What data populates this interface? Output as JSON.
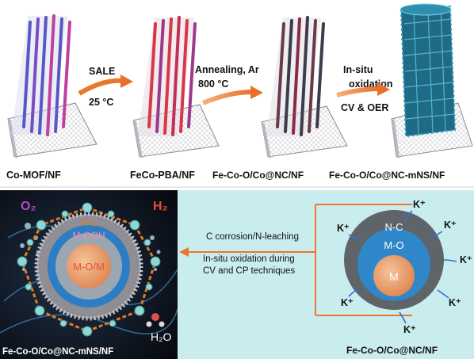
{
  "top": {
    "stages": [
      {
        "label": "Co-MOF/NF"
      },
      {
        "label": "FeCo-PBA/NF"
      },
      {
        "label": "Fe-Co-O/Co@NC/NF"
      },
      {
        "label": "Fe-Co-O/Co@NC-mNS/NF"
      }
    ],
    "steps": [
      {
        "line1": "SALE",
        "line2": "25 °C"
      },
      {
        "line1": "Annealing, Ar",
        "line2": "800 °C"
      },
      {
        "line1": "In-situ",
        "line2": "oxidation",
        "line3": "CV & OER"
      }
    ]
  },
  "bottom_left": {
    "o2": "O₂",
    "h2": "H₂",
    "h2o": "H₂O",
    "shell_nc": "N-C",
    "shell_mooh": "M-OOH",
    "core": "M-O/M",
    "caption": "Fe-Co-O/Co@NC-mNS/NF"
  },
  "bottom_right": {
    "note1": "C corrosion/N-leaching",
    "note2": "In-situ oxidation during",
    "note3": "CV and CP techniques",
    "shell_nc": "N-C",
    "shell_mo": "M-O",
    "core": "M",
    "ion": "K⁺",
    "caption": "Fe-Co-O/Co@NC/NF",
    "colors": {
      "panel": "#c9ecef",
      "arrow": "#e8782a",
      "shell": "#5e6468",
      "mo": "#2f86c8",
      "core": "#e8a36e"
    }
  }
}
